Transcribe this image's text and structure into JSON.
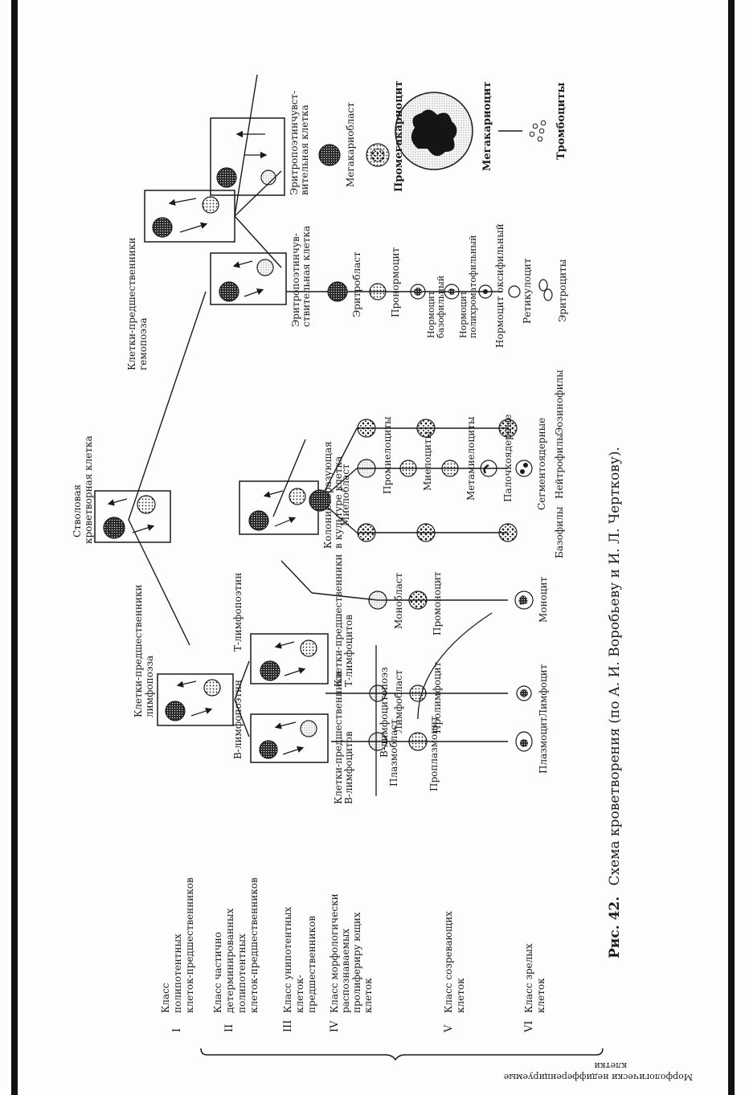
{
  "side_label": {
    "line1": "Морфологически недифференцируемые",
    "line2": "клетки"
  },
  "classes": [
    {
      "num": "I",
      "lines": [
        "Класс",
        "полипотентных",
        "клеток-предшественников"
      ]
    },
    {
      "num": "II",
      "lines": [
        "Класс частично",
        "детерминированных",
        "полипотентных",
        "клеток-предшественников"
      ]
    },
    {
      "num": "III",
      "lines": [
        "Класс унипотентных",
        "клеток-",
        "предшественников"
      ]
    },
    {
      "num": "IV",
      "lines": [
        "Класс морфологически",
        "распознаваемых",
        "пролифериру ющих",
        "клеток"
      ]
    },
    {
      "num": "V",
      "lines": [
        "Класс созревающих",
        "клеток"
      ]
    },
    {
      "num": "VI",
      "lines": [
        "Класс зрелых",
        "клеток"
      ]
    }
  ],
  "labels": {
    "stem": [
      "Стволовая",
      "кроветворная клетка"
    ],
    "lymph_precursors": [
      "Клетки-предшественники",
      "лимфопоэза"
    ],
    "hemo_precursors": [
      "Клетки-предшественники",
      "гемопоэза"
    ],
    "b_lymphopoietin": "В-лимфопоэтин",
    "t_lymphopoietin": "Т-лимфопоэтин",
    "b_precursors": [
      "Клетки-предшественники",
      "В-лимфоцитов"
    ],
    "t_precursors": [
      "Клетки-предшественники",
      "Т-лимфоцитов"
    ],
    "cfu": [
      "Колониеобразующая",
      "в культуре клетка"
    ],
    "erythro_sensitive_1": [
      "Эритропоэтинчув-",
      "ствительная клетка"
    ],
    "erythro_sensitive_2": [
      "Эритропоэтинчувст-",
      "вительная клетка"
    ],
    "b_lymphocytopoiesis": "В-лимфоцитопоэз",
    "plasmoblast": "Плазмобласт",
    "proplasmocyte": "Проплазмоцит",
    "plasmocyte": "Плазмоцит",
    "lymphoblast": "Лимфобласт",
    "prolymphocyte": "Пролимфоцит",
    "lymphocyte": "Лимфоцит",
    "monoblast": "Монобласт",
    "promonocyte": "Промоноцит",
    "monocyte": "Моноцит",
    "myeloblast": "Миелобласт",
    "promyelocytes": "Промиелоциты",
    "myelocytes": "Миелоциты",
    "metamyelocytes": "Метамиелоциты",
    "band": "Палочкоядерные",
    "segmented": "Сегментоядерные",
    "basophils": "Базофилы",
    "neutrophils": "Нейтрофилы",
    "eosinophils": "Эозинофилы",
    "erythroblast": "Эритробласт",
    "pronormocyte": "Пронормоцит",
    "normo_baso": [
      "Нормоцит",
      "базофильный"
    ],
    "normo_poly": [
      "Нормоцит",
      "полихроматофильный"
    ],
    "normo_oxy": "Нормоцит оксифильный",
    "reticulocyte": "Ретикулоцит",
    "erythrocytes": "Эритроциты",
    "megakaryoblast": "Мегакариобласт",
    "promegakaryocyte": "Промегакариоцит",
    "megakaryocyte": "Мегакариоцит",
    "thrombocytes": "Тромбоциты"
  },
  "caption": {
    "prefix": "Рис. 42.",
    "text": "Схема кроветворения (по А. И. Воробьеву и И. Л. Черткову)."
  },
  "colors": {
    "ink": "#1a1a1a",
    "paper": "#fdfdfc",
    "scan_edge": "#111111"
  }
}
